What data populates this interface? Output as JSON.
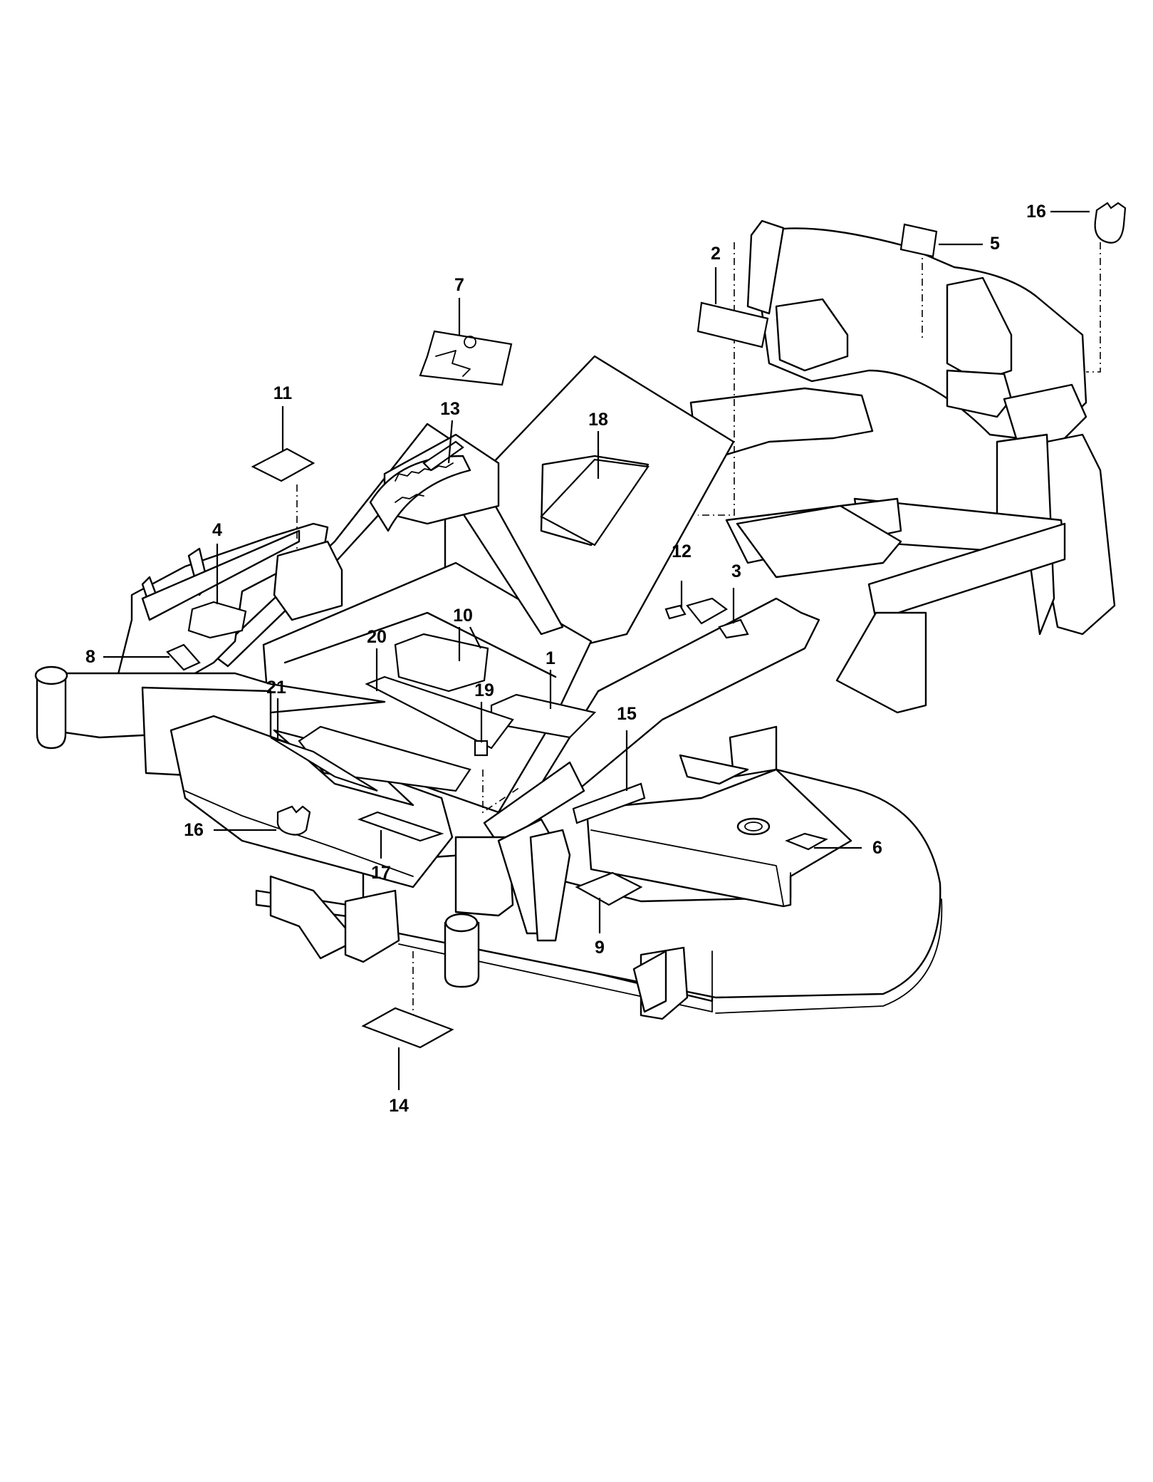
{
  "callouts": {
    "c1": "1",
    "c2": "2",
    "c3": "3",
    "c4": "4",
    "c5": "5",
    "c6": "6",
    "c7": "7",
    "c8": "8",
    "c9": "9",
    "c10": "10",
    "c11": "11",
    "c12": "12",
    "c13": "13",
    "c14": "14",
    "c15": "15",
    "c16a": "16",
    "c16b": "16",
    "c17": "17",
    "c18": "18",
    "c19": "19",
    "c20": "20",
    "c21": "21"
  }
}
